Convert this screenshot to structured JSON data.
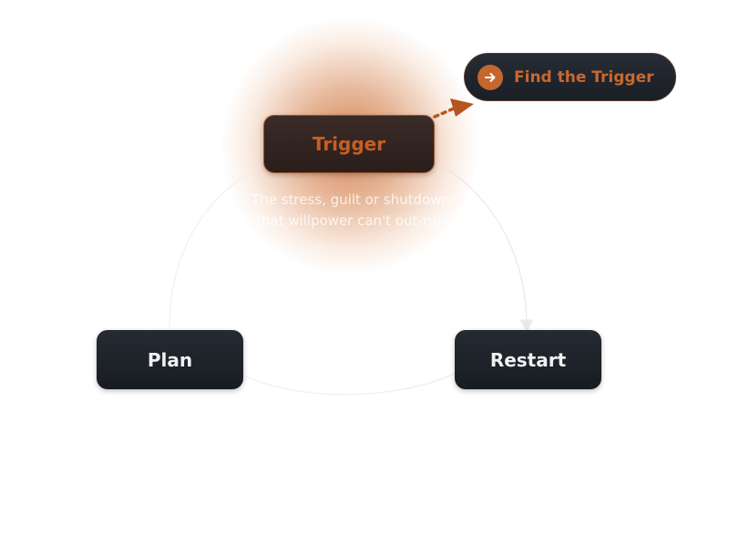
{
  "diagram": {
    "nodes": {
      "trigger": {
        "label": "Trigger",
        "description_line1": "The stress, guilt or shutdown",
        "description_line2": "that willpower can't out-run"
      },
      "plan": {
        "label": "Plan"
      },
      "restart": {
        "label": "Restart"
      }
    },
    "cta": {
      "label": "Find the Trigger",
      "icon": "arrow-right-circle-icon"
    },
    "colors": {
      "accent": "#c4662e",
      "node_bg": "#1f232a",
      "node_text": "#f0f0f0",
      "glow": "#c45c1e"
    }
  }
}
